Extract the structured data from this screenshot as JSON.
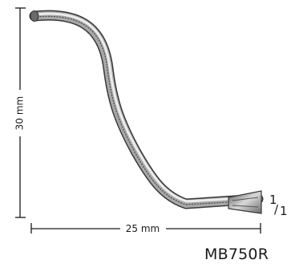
{
  "instrument": {
    "model_code": "MB750R",
    "blade_size": {
      "numerator": "1",
      "separator": "/",
      "denominator": "1"
    }
  },
  "dimensions": {
    "height_label": "30 mm",
    "width_label": "25 mm"
  },
  "colors": {
    "line": "#1a1a1a",
    "steel_dark": "#3a3a3a",
    "steel_mid": "#9a9a9a",
    "steel_light": "#e6e6e6"
  }
}
